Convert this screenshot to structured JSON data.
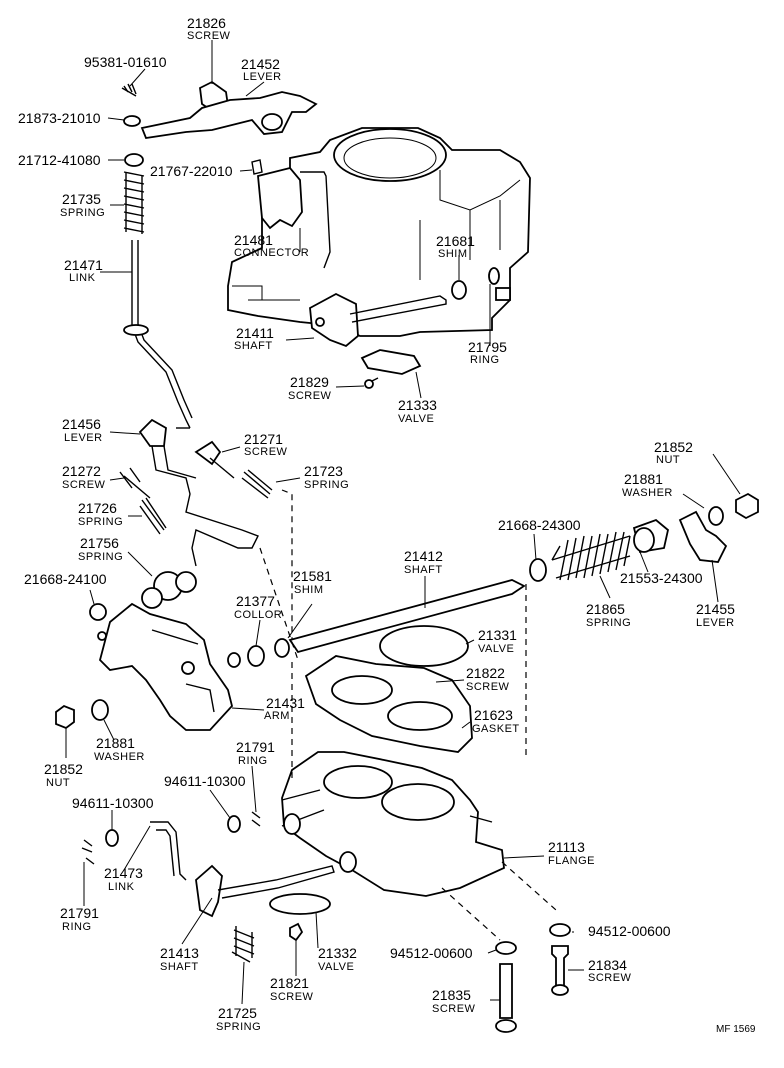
{
  "labels": {
    "p21826": {
      "num": "21826",
      "name": "SCREW"
    },
    "p95381": {
      "num": "95381-01610",
      "name": ""
    },
    "p21452": {
      "num": "21452",
      "name": "LEVER"
    },
    "p21873": {
      "num": "21873-21010",
      "name": ""
    },
    "p21712": {
      "num": "21712-41080",
      "name": ""
    },
    "p21767": {
      "num": "21767-22010",
      "name": ""
    },
    "p21735": {
      "num": "21735",
      "name": "SPRING"
    },
    "p21481": {
      "num": "21481",
      "name": "CONNECTOR"
    },
    "p21681": {
      "num": "21681",
      "name": "SHIM"
    },
    "p21471": {
      "num": "21471",
      "name": "LINK"
    },
    "p21411": {
      "num": "21411",
      "name": "SHAFT"
    },
    "p21795": {
      "num": "21795",
      "name": "RING"
    },
    "p21829": {
      "num": "21829",
      "name": "SCREW"
    },
    "p21333": {
      "num": "21333",
      "name": "VALVE"
    },
    "p21456": {
      "num": "21456",
      "name": "LEVER"
    },
    "p21271": {
      "num": "21271",
      "name": "SCREW"
    },
    "p21852a": {
      "num": "21852",
      "name": "NUT"
    },
    "p21272": {
      "num": "21272",
      "name": "SCREW"
    },
    "p21723": {
      "num": "21723",
      "name": "SPRING"
    },
    "p21881a": {
      "num": "21881",
      "name": "WASHER"
    },
    "p21726": {
      "num": "21726",
      "name": "SPRING"
    },
    "p21668b": {
      "num": "21668-24300",
      "name": ""
    },
    "p21756": {
      "num": "21756",
      "name": "SPRING"
    },
    "p21412": {
      "num": "21412",
      "name": "SHAFT"
    },
    "p21553": {
      "num": "21553-24300",
      "name": ""
    },
    "p21668a": {
      "num": "21668-24100",
      "name": ""
    },
    "p21581": {
      "num": "21581",
      "name": "SHIM"
    },
    "p21377": {
      "num": "21377",
      "name": "COLLOR"
    },
    "p21865": {
      "num": "21865",
      "name": "SPRING"
    },
    "p21455": {
      "num": "21455",
      "name": "LEVER"
    },
    "p21331": {
      "num": "21331",
      "name": "VALVE"
    },
    "p21822": {
      "num": "21822",
      "name": "SCREW"
    },
    "p21431": {
      "num": "21431",
      "name": "ARM"
    },
    "p21623": {
      "num": "21623",
      "name": "GASKET"
    },
    "p21881b": {
      "num": "21881",
      "name": "WASHER"
    },
    "p21852b": {
      "num": "21852",
      "name": "NUT"
    },
    "p21791a": {
      "num": "21791",
      "name": "RING"
    },
    "p94611a": {
      "num": "94611-10300",
      "name": ""
    },
    "p94611b": {
      "num": "94611-10300",
      "name": ""
    },
    "p21113": {
      "num": "21113",
      "name": "FLANGE"
    },
    "p21473": {
      "num": "21473",
      "name": "LINK"
    },
    "p21791b": {
      "num": "21791",
      "name": "RING"
    },
    "p94512a": {
      "num": "94512-00600",
      "name": ""
    },
    "p21413": {
      "num": "21413",
      "name": "SHAFT"
    },
    "p21332": {
      "num": "21332",
      "name": "VALVE"
    },
    "p94512b": {
      "num": "94512-00600",
      "name": ""
    },
    "p21821": {
      "num": "21821",
      "name": "SCREW"
    },
    "p21834": {
      "num": "21834",
      "name": "SCREW"
    },
    "p21835": {
      "num": "21835",
      "name": "SCREW"
    },
    "p21725": {
      "num": "21725",
      "name": "SPRING"
    }
  },
  "footer": {
    "code": "MF  1569"
  }
}
